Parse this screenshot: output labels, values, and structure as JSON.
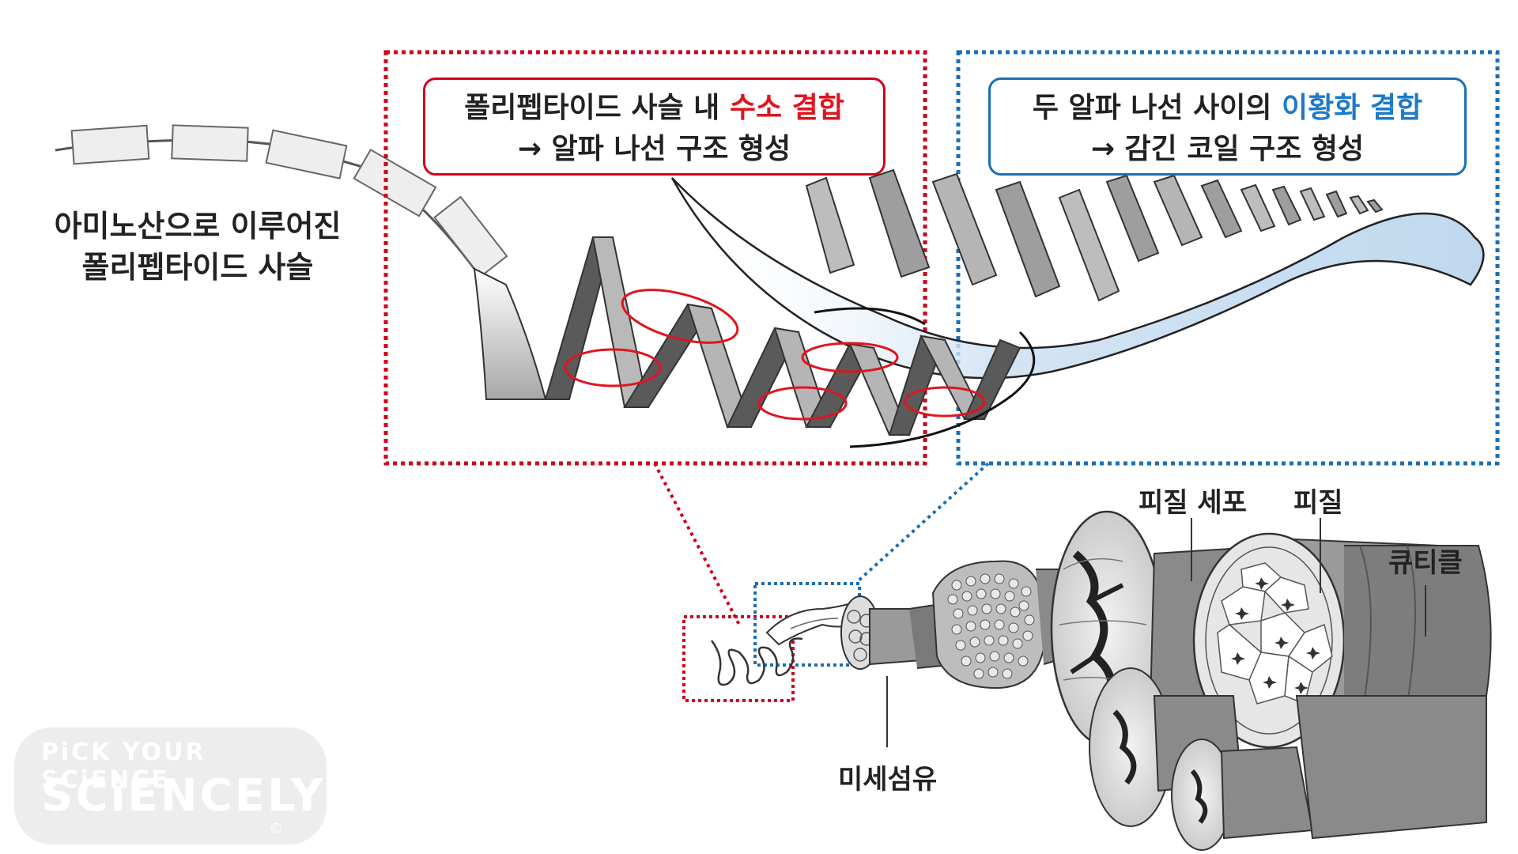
{
  "labels": {
    "chain_line1": "아미노산으로 이루어진",
    "chain_line2": "폴리펩타이드 사슬",
    "cortex_cell": "피질 세포",
    "cortex": "피질",
    "cuticle": "큐티클",
    "microfibril": "미세섬유"
  },
  "callout_red": {
    "line1_prefix": "폴리펩타이드 사슬 내 ",
    "line1_highlight": "수소 결합",
    "line2": "→ 알파 나선 구조 형성"
  },
  "callout_blue": {
    "line1_prefix": "두 알파 나선 사이의 ",
    "line1_highlight": "이황화 결합",
    "line2": "→ 감긴 코일 구조 형성"
  },
  "logo": {
    "line1": "PiCK YOUR SCiENCE",
    "line2": "SCiENCELY",
    "copyright": "©"
  },
  "colors": {
    "red_accent": "#d0021b",
    "blue_accent": "#1b6fb5",
    "ribbon_gray": "#9a9a9a",
    "ribbon_dark": "#4a4a4a"
  }
}
